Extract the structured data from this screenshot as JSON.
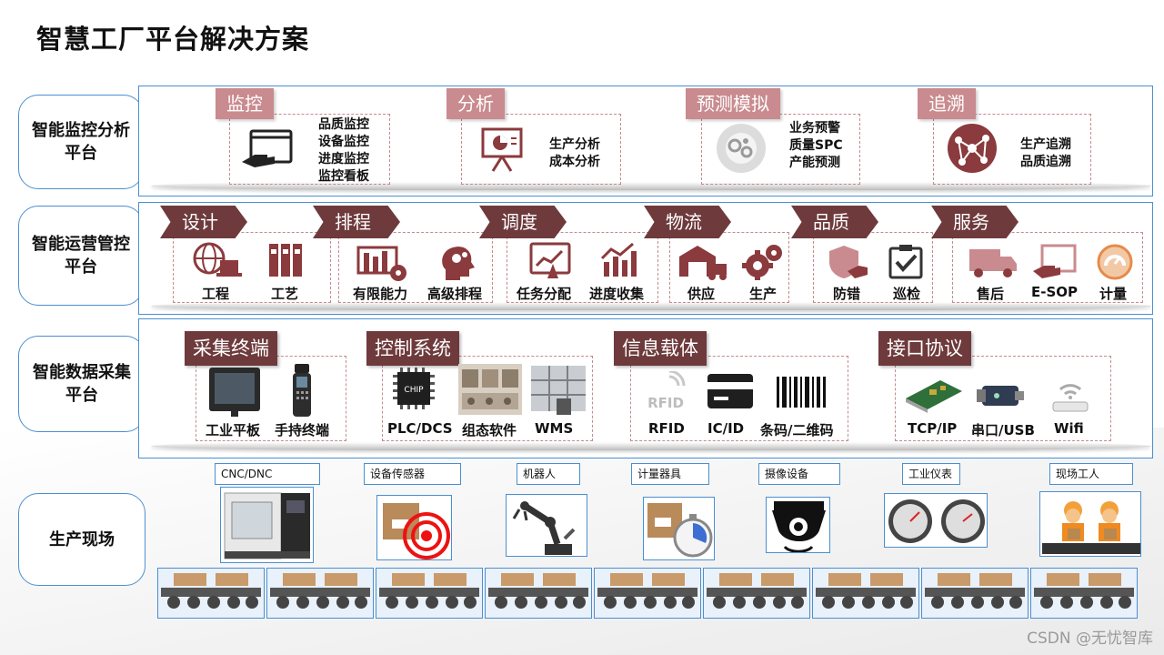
{
  "title": "智慧工厂平台解决方案",
  "layers": {
    "monitor": "智能监控分析平台",
    "operate": "智能运营管控平台",
    "collect": "智能数据采集平台",
    "field": "生产现场"
  },
  "monitor": [
    {
      "tag": "监控",
      "items": [
        "品质监控",
        "设备监控",
        "进度监控",
        "监控看板"
      ]
    },
    {
      "tag": "分析",
      "items": [
        "生产分析",
        "成本分析"
      ]
    },
    {
      "tag": "预测模拟",
      "items": [
        "业务预警",
        "质量SPC",
        "产能预测"
      ]
    },
    {
      "tag": "追溯",
      "items": [
        "生产追溯",
        "品质追溯"
      ]
    }
  ],
  "operate": [
    {
      "tag": "设计",
      "items": [
        "工程",
        "工艺"
      ]
    },
    {
      "tag": "排程",
      "items": [
        "有限能力",
        "高级排程"
      ]
    },
    {
      "tag": "调度",
      "items": [
        "任务分配",
        "进度收集"
      ]
    },
    {
      "tag": "物流",
      "items": [
        "供应",
        "生产"
      ]
    },
    {
      "tag": "品质",
      "items": [
        "防错",
        "巡检"
      ]
    },
    {
      "tag": "服务",
      "items": [
        "售后",
        "E-SOP",
        "计量"
      ]
    }
  ],
  "collect": [
    {
      "tag": "采集终端",
      "items": [
        "工业平板",
        "手持终端"
      ]
    },
    {
      "tag": "控制系统",
      "items": [
        "PLC/DCS",
        "组态软件",
        "WMS"
      ]
    },
    {
      "tag": "信息载体",
      "items": [
        "RFID",
        "IC/ID",
        "条码/二维码"
      ]
    },
    {
      "tag": "接口协议",
      "items": [
        "TCP/IP",
        "串口/USB",
        "Wifi"
      ]
    }
  ],
  "field": [
    "CNC/DNC",
    "设备传感器",
    "机器人",
    "计量器具",
    "摄像设备",
    "工业仪表",
    "现场工人"
  ],
  "icon_text": {
    "rfid": "RFID",
    "chip": "CHIP"
  },
  "watermark": "CSDN @无忧智库",
  "colors": {
    "tag_light": "#c98b8f",
    "tag_dark": "#6e3a3c",
    "icon": "#8b3a3d",
    "border": "#4a8fd1"
  }
}
